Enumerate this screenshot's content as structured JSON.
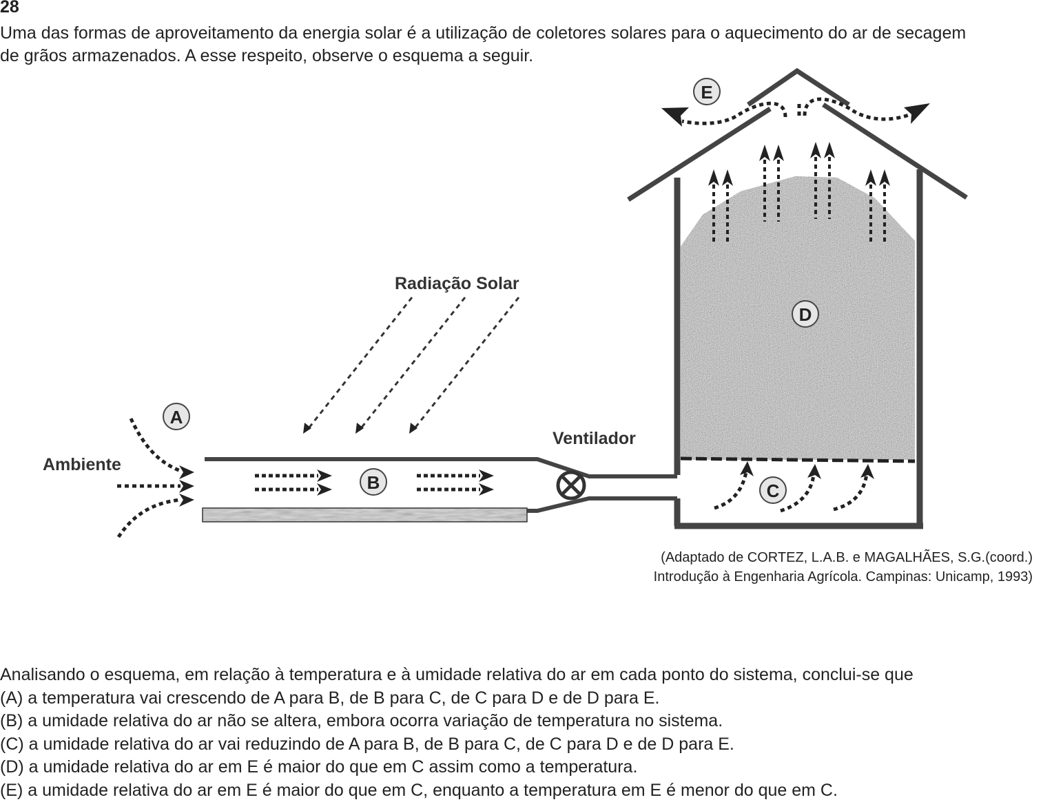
{
  "question": {
    "number": "28",
    "stem_lines": [
      "Uma das formas de aproveitamento da energia solar é a utilização de coletores solares para o aquecimento do ar de secagem",
      "de grãos armazenados. A esse respeito, observe o esquema a seguir."
    ],
    "prompt": "Analisando o esquema, em relação à temperatura e à umidade relativa do ar em cada ponto do sistema, conclui-se que",
    "options": [
      "(A) a temperatura vai crescendo de A para B, de B para C, de C para D e de D para E.",
      "(B) a umidade relativa do ar não se altera, embora ocorra variação de temperatura no sistema.",
      "(C) a umidade relativa do ar vai reduzindo de A para B, de B para C, de C para D e de D para E.",
      "(D) a umidade relativa do ar em E é maior do que em C assim como a temperatura.",
      "(E) a umidade relativa do ar em E é maior do que em C, enquanto a temperatura em E é menor do que em C."
    ]
  },
  "diagram": {
    "labels": {
      "radiation": "Radiação Solar",
      "ambient": "Ambiente",
      "fan": "Ventilador"
    },
    "points": {
      "a": "A",
      "b": "B",
      "c": "C",
      "d": "D",
      "e": "E"
    }
  },
  "source": {
    "line1": "(Adaptado de CORTEZ, L.A.B. e MAGALHÃES, S.G.(coord.)",
    "line2": "Introdução à Engenharia Agrícola.  Campinas: Unicamp, 1993)"
  }
}
